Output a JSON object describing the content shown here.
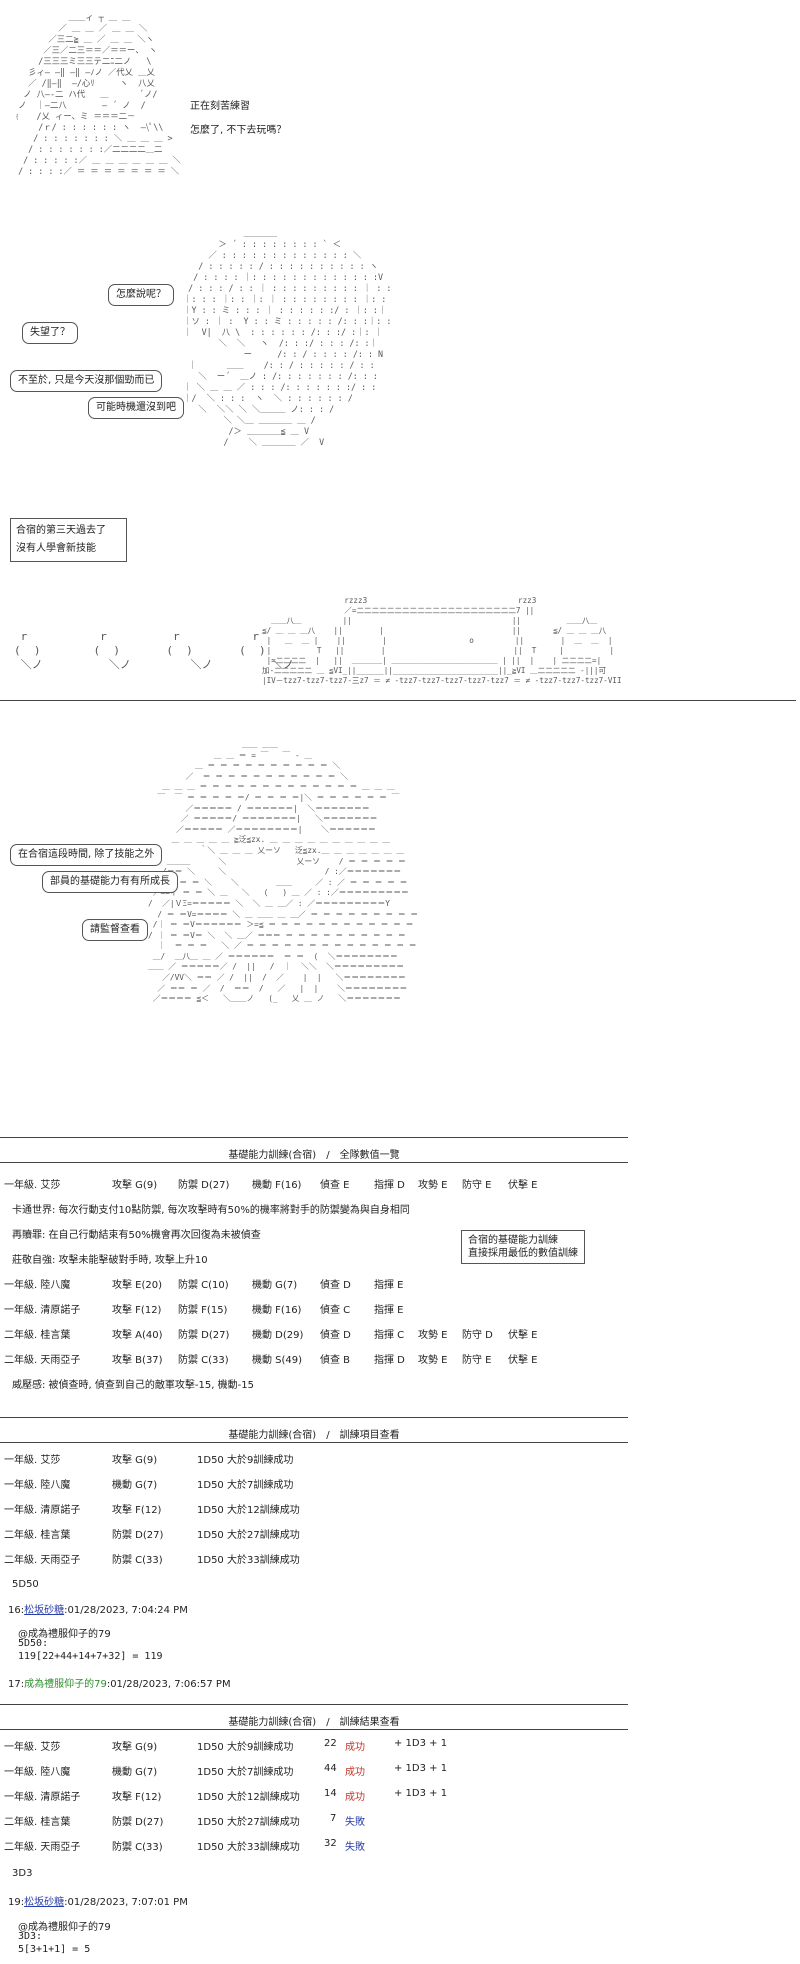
{
  "scene1": {
    "line1": "正在刻苦練習",
    "line2": "怎麼了, 不下去玩嗎？"
  },
  "scene2": {
    "b1": "怎麼說呢？",
    "b2": "失望了？",
    "b3": "不至於, 只是今天沒那個勁而已",
    "b4": "可能時機還沒到吧"
  },
  "narration": {
    "line1": "合宿的第三天過去了",
    "line2": "沒有人學會新技能"
  },
  "scene3": {
    "b1": "在合宿這段時間, 除了技能之外",
    "b2": "部員的基礎能力有有所成長",
    "b3": "請監督查看"
  },
  "table1": {
    "title": "基礎能力訓練(合宿)　/　全隊數值一覽",
    "rows": [
      {
        "name": "一年級. 艾莎",
        "atk": "攻擊 G(9)",
        "def": "防禦 D(27)",
        "mob": "機動 F(16)",
        "scout": "偵查 E",
        "cmd": "指揮 D",
        "aggr": "攻勢 E",
        "guard": "防守 E",
        "ambush": "伏擊 E"
      },
      {
        "name": "一年級. 陸八魔",
        "atk": "攻擊 E(20)",
        "def": "防禦 C(10)",
        "mob": "機動 G(7)",
        "scout": "偵查 D",
        "cmd": "指揮 E",
        "aggr": "",
        "guard": "",
        "ambush": ""
      },
      {
        "name": "一年級. 清原諾子",
        "atk": "攻擊 F(12)",
        "def": "防禦 F(15)",
        "mob": "機動 F(16)",
        "scout": "偵查 C",
        "cmd": "指揮 E",
        "aggr": "",
        "guard": "",
        "ambush": ""
      },
      {
        "name": "二年級. 桂言葉",
        "atk": "攻擊 A(40)",
        "def": "防禦 D(27)",
        "mob": "機動 D(29)",
        "scout": "偵查 D",
        "cmd": "指揮 C",
        "aggr": "攻勢 E",
        "guard": "防守 D",
        "ambush": "伏擊 E"
      },
      {
        "name": "二年級. 天雨亞子",
        "atk": "攻擊 B(37)",
        "def": "防禦 C(33)",
        "mob": "機動 S(49)",
        "scout": "偵查 B",
        "cmd": "指揮 D",
        "aggr": "攻勢 E",
        "guard": "防守 E",
        "ambush": "伏擊 E"
      }
    ],
    "notes": [
      "卡通世界: 每次行動支付10點防禦, 每次攻擊時有50%的機率將對手的防禦變為與自身相同",
      "再贖罪: 在自己行動結束有50%機會再次回復為未被偵查",
      "莊敬自強: 攻擊未能擊破對手時, 攻擊上升10",
      "威壓感: 被偵查時, 偵查到自己的敵軍攻擊-15, 機動-15"
    ],
    "side_note": [
      "合宿的基礎能力訓練",
      "直接採用最低的數值訓練"
    ]
  },
  "table2": {
    "title": "基礎能力訓練(合宿)　/　訓練項目查看",
    "rows": [
      {
        "name": "一年級. 艾莎",
        "stat": "攻擊 G(9)",
        "roll": "1D50 大於9訓練成功"
      },
      {
        "name": "一年級. 陸八魔",
        "stat": "機動 G(7)",
        "roll": "1D50 大於7訓練成功"
      },
      {
        "name": "一年級. 清原諾子",
        "stat": "攻擊 F(12)",
        "roll": "1D50 大於12訓練成功"
      },
      {
        "name": "二年級. 桂言葉",
        "stat": "防禦 D(27)",
        "roll": "1D50 大於27訓練成功"
      },
      {
        "name": "二年級. 天雨亞子",
        "stat": "防禦 C(33)",
        "roll": "1D50 大於33訓練成功"
      }
    ],
    "dice": "5D50"
  },
  "post16": {
    "num": "16:",
    "user": "松坂砂糖",
    "time": ":01/28/2023, 7:04:24 PM",
    "line1": "@成為禮服仰子的79",
    "line2": "5D50:",
    "line3": "119[22+44+14+7+32] = 119"
  },
  "post17": {
    "num": "17:",
    "user": "成為禮服仰子的79",
    "time": ":01/28/2023, 7:06:57 PM"
  },
  "table3": {
    "title": "基礎能力訓練(合宿)　/　訓練結果查看",
    "rows": [
      {
        "name": "一年級. 艾莎",
        "stat": "攻擊 G(9)",
        "roll": "1D50 大於9訓練成功",
        "value": "22",
        "result": "成功",
        "bonus": "+ 1D3 + 1"
      },
      {
        "name": "一年級. 陸八魔",
        "stat": "機動 G(7)",
        "roll": "1D50 大於7訓練成功",
        "value": "44",
        "result": "成功",
        "bonus": "+ 1D3 + 1"
      },
      {
        "name": "一年級. 清原諾子",
        "stat": "攻擊 F(12)",
        "roll": "1D50 大於12訓練成功",
        "value": "14",
        "result": "成功",
        "bonus": "+ 1D3 + 1"
      },
      {
        "name": "二年級. 桂言葉",
        "stat": "防禦 D(27)",
        "roll": "1D50 大於27訓練成功",
        "value": "7",
        "result": "失敗",
        "bonus": ""
      },
      {
        "name": "二年級. 天雨亞子",
        "stat": "防禦 C(33)",
        "roll": "1D50 大於33訓練成功",
        "value": "32",
        "result": "失敗",
        "bonus": ""
      }
    ],
    "dice": "3D3"
  },
  "post19": {
    "num": "19:",
    "user": "松坂砂糖",
    "time": ":01/28/2023, 7:07:01 PM",
    "line1": "@成為禮服仰子的79",
    "line2": "3D3:",
    "line3": "5[3+1+1] = 5"
  },
  "colors": {
    "success": "#c0392b",
    "fail": "#2a3fa8",
    "username": "#2a3fa8",
    "reply_user": "#2f8f2f"
  }
}
